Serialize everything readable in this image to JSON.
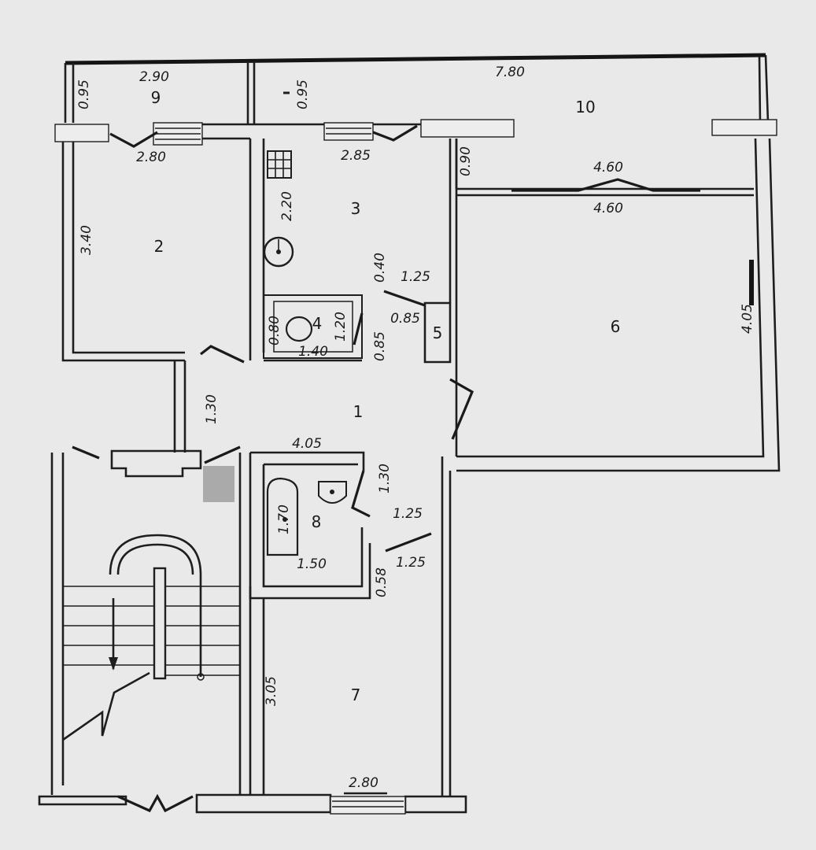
{
  "rooms": {
    "r1": "1",
    "r2": "2",
    "r3": "3",
    "r4": "4",
    "r5": "5",
    "r6": "6",
    "r7": "7",
    "r8": "8",
    "r9": "9",
    "r10": "10"
  },
  "dims": {
    "d_290": "2.90",
    "d_095a": "0.95",
    "d_095b": "0.95",
    "d_780": "7.80",
    "d_280a": "2.80",
    "d_285": "2.85",
    "d_090": "0.90",
    "d_460a": "4.60",
    "d_460b": "4.60",
    "d_340": "3.40",
    "d_220": "2.20",
    "d_040": "0.40",
    "d_125a": "1.25",
    "d_085a": "0.85",
    "d_085b": "0.85",
    "d_120": "1.20",
    "d_140": "1.40",
    "d_080": "0.80",
    "d_405a": "4.05",
    "d_130a": "1.30",
    "d_405b": "4.05",
    "d_130b": "1.30",
    "d_125b": "1.25",
    "d_170": "1.70",
    "d_150": "1.50",
    "d_058": "0.58",
    "d_125c": "1.25",
    "d_305": "3.05",
    "d_280b": "2.80"
  }
}
